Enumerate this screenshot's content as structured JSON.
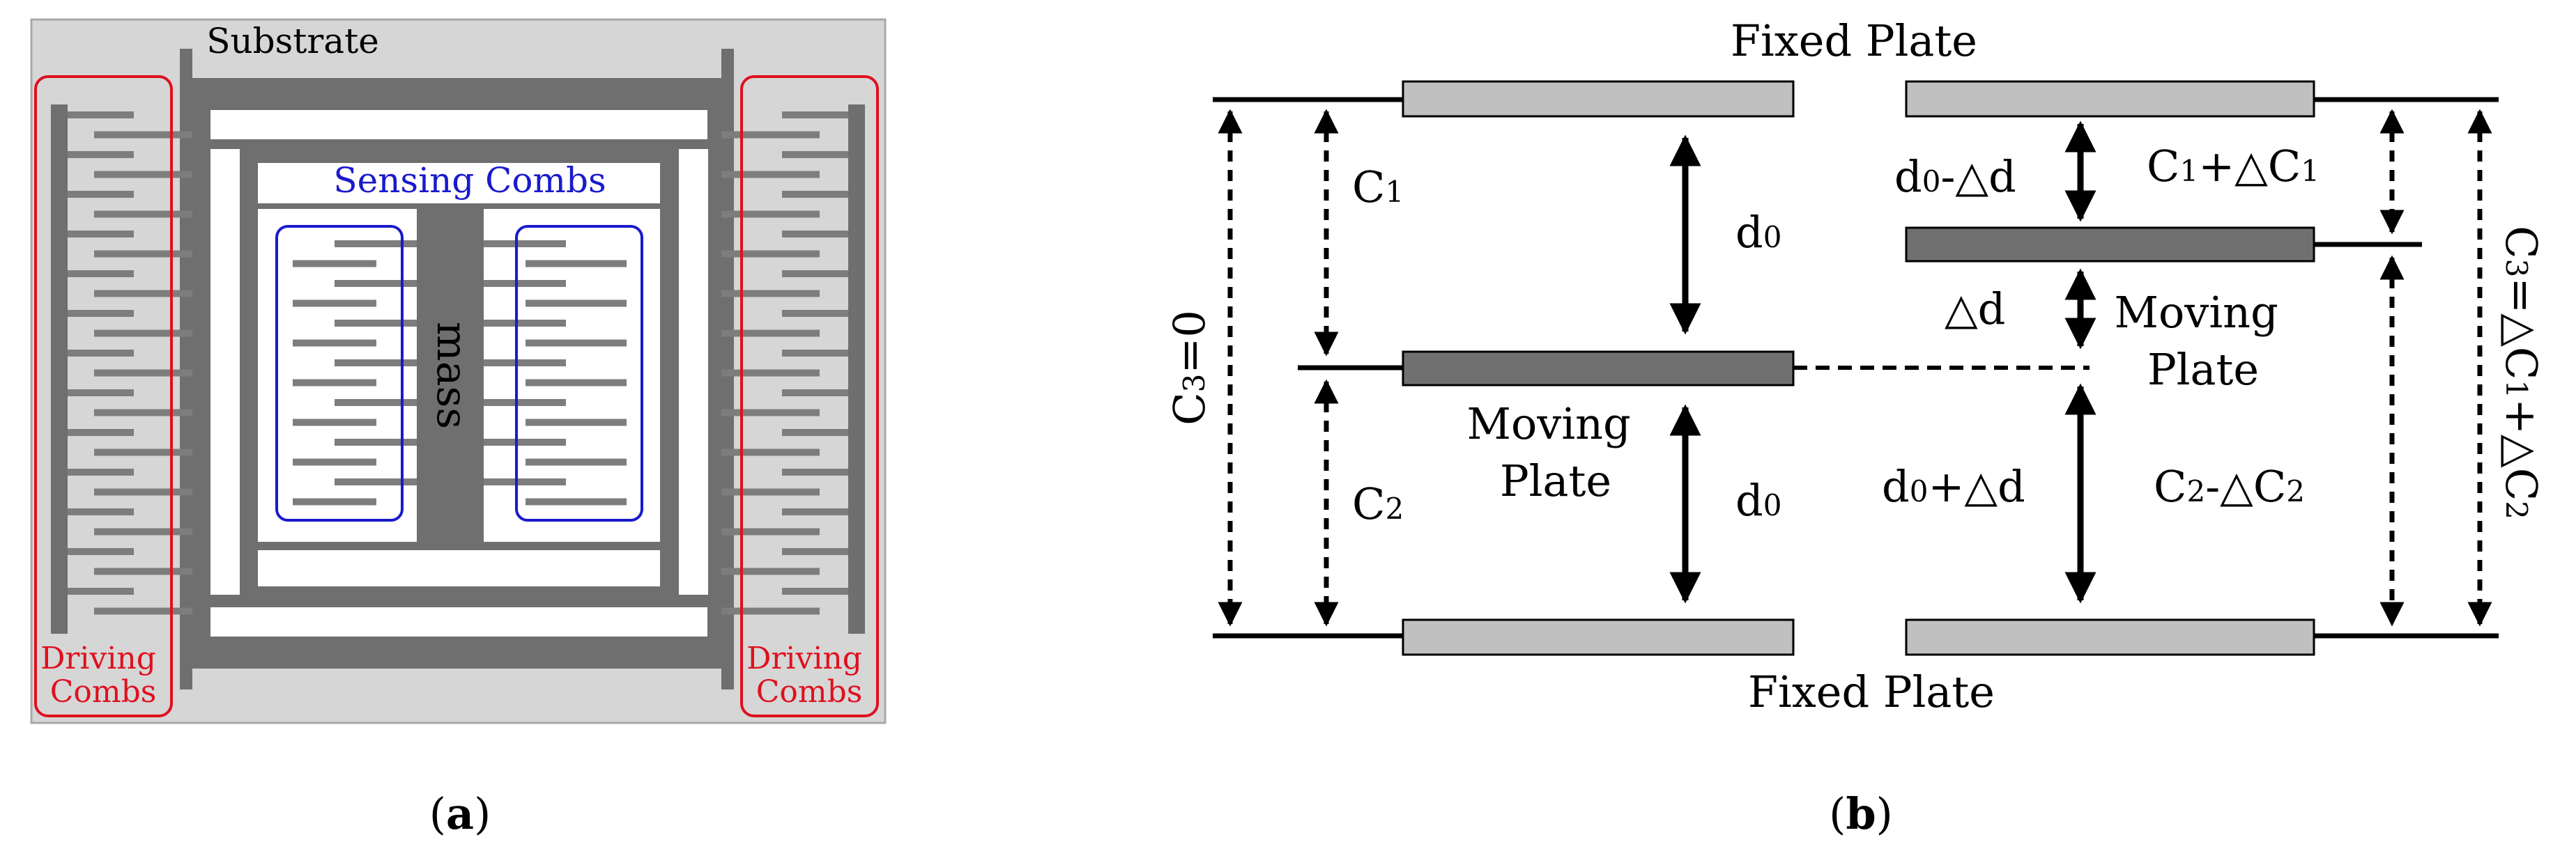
{
  "panel_a": {
    "caption_letter": "a",
    "substrate_label": "Substrate",
    "sensing_combs_label": "Sensing Combs",
    "mass_label": "mass",
    "driving_combs_left": {
      "line1": "Driving",
      "line2": "Combs"
    },
    "driving_combs_right": {
      "line1": "Driving",
      "line2": "Combs"
    }
  },
  "panel_b": {
    "caption_letter": "b",
    "fixed_plate_top": "Fixed Plate",
    "fixed_plate_bottom": "Fixed Plate",
    "moving_plate_left": {
      "line1": "Moving",
      "line2": "Plate"
    },
    "moving_plate_right": {
      "line1": "Moving",
      "line2": "Plate"
    },
    "c1": {
      "base": "C",
      "sub": "1"
    },
    "c2": {
      "base": "C",
      "sub": "2"
    },
    "d0_upper": {
      "base": "d",
      "sub": "0"
    },
    "d0_lower": {
      "base": "d",
      "sub": "0"
    },
    "c3_left": {
      "base": "C",
      "sub": "3",
      "rest": "=0"
    },
    "d0_minus_dd": {
      "base": "d",
      "sub": "0",
      "rest": "-△d"
    },
    "c1_plus_dc1": {
      "base": "C",
      "sub": "1",
      "mid": "+△C",
      "sub2": "1"
    },
    "delta_d": "△d",
    "d0_plus_dd": {
      "base": "d",
      "sub": "0",
      "rest": "+△d"
    },
    "c2_minus_dc2": {
      "base": "C",
      "sub": "2",
      "mid": "-△C",
      "sub2": "2"
    },
    "c3_right": {
      "base": "C",
      "sub": "3",
      "mid": "=△C",
      "sub2": "1",
      "mid2": "+△C",
      "sub3": "2"
    }
  },
  "colors": {
    "substrate_fill": "#d6d6d6",
    "structure_gray": "#6f6f6f",
    "comb_gray": "#7d7d7d",
    "fixed_plate_fill": "#c0c0c0",
    "moving_plate_fill": "#707070",
    "sensing_blue": "#1a1acc",
    "driving_red": "#e0101e",
    "ink": "#000000"
  }
}
